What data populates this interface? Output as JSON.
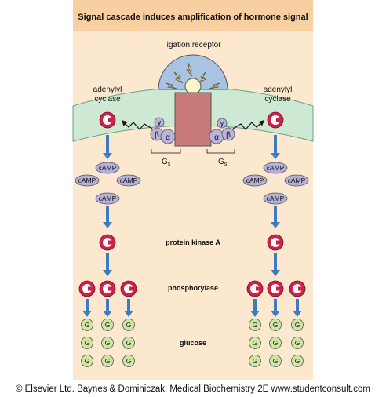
{
  "title": "Signal cascade induces amplification of hormone signal",
  "labels": {
    "receptor": "ligation receptor",
    "adenylyl_left": "adenylyl",
    "cyclase_left": "cyclase",
    "adenylyl_right": "adenylyl",
    "cyclase_right": "cyclase",
    "gs_left": "G",
    "gs_left_sub": "s",
    "gs_right": "G",
    "gs_right_sub": "s",
    "protein_kinase": "protein kinase A",
    "phosphorylase": "phosphorylase",
    "glucose": "glucose"
  },
  "subunits": {
    "alpha": "α",
    "beta": "β",
    "gamma": "γ"
  },
  "camp_label": "cAMP",
  "g_label": "G",
  "footer": "© Elsevier Ltd. Baynes & Dominiczak: Medical Biochemistry 2E www.studentconsult.com",
  "colors": {
    "header_bg": "#f7cfa0",
    "panel_bg": "#fce8cf",
    "membrane": "#cde8d3",
    "receptor_body": "#c97b7c",
    "receptor_dome": "#a9c4e2",
    "gprotein": "#b9b3de",
    "camp": "#b3afd9",
    "enzyme": "#c9234a",
    "arrow": "#3d7cc0",
    "glucose": "#cfe6a3"
  }
}
